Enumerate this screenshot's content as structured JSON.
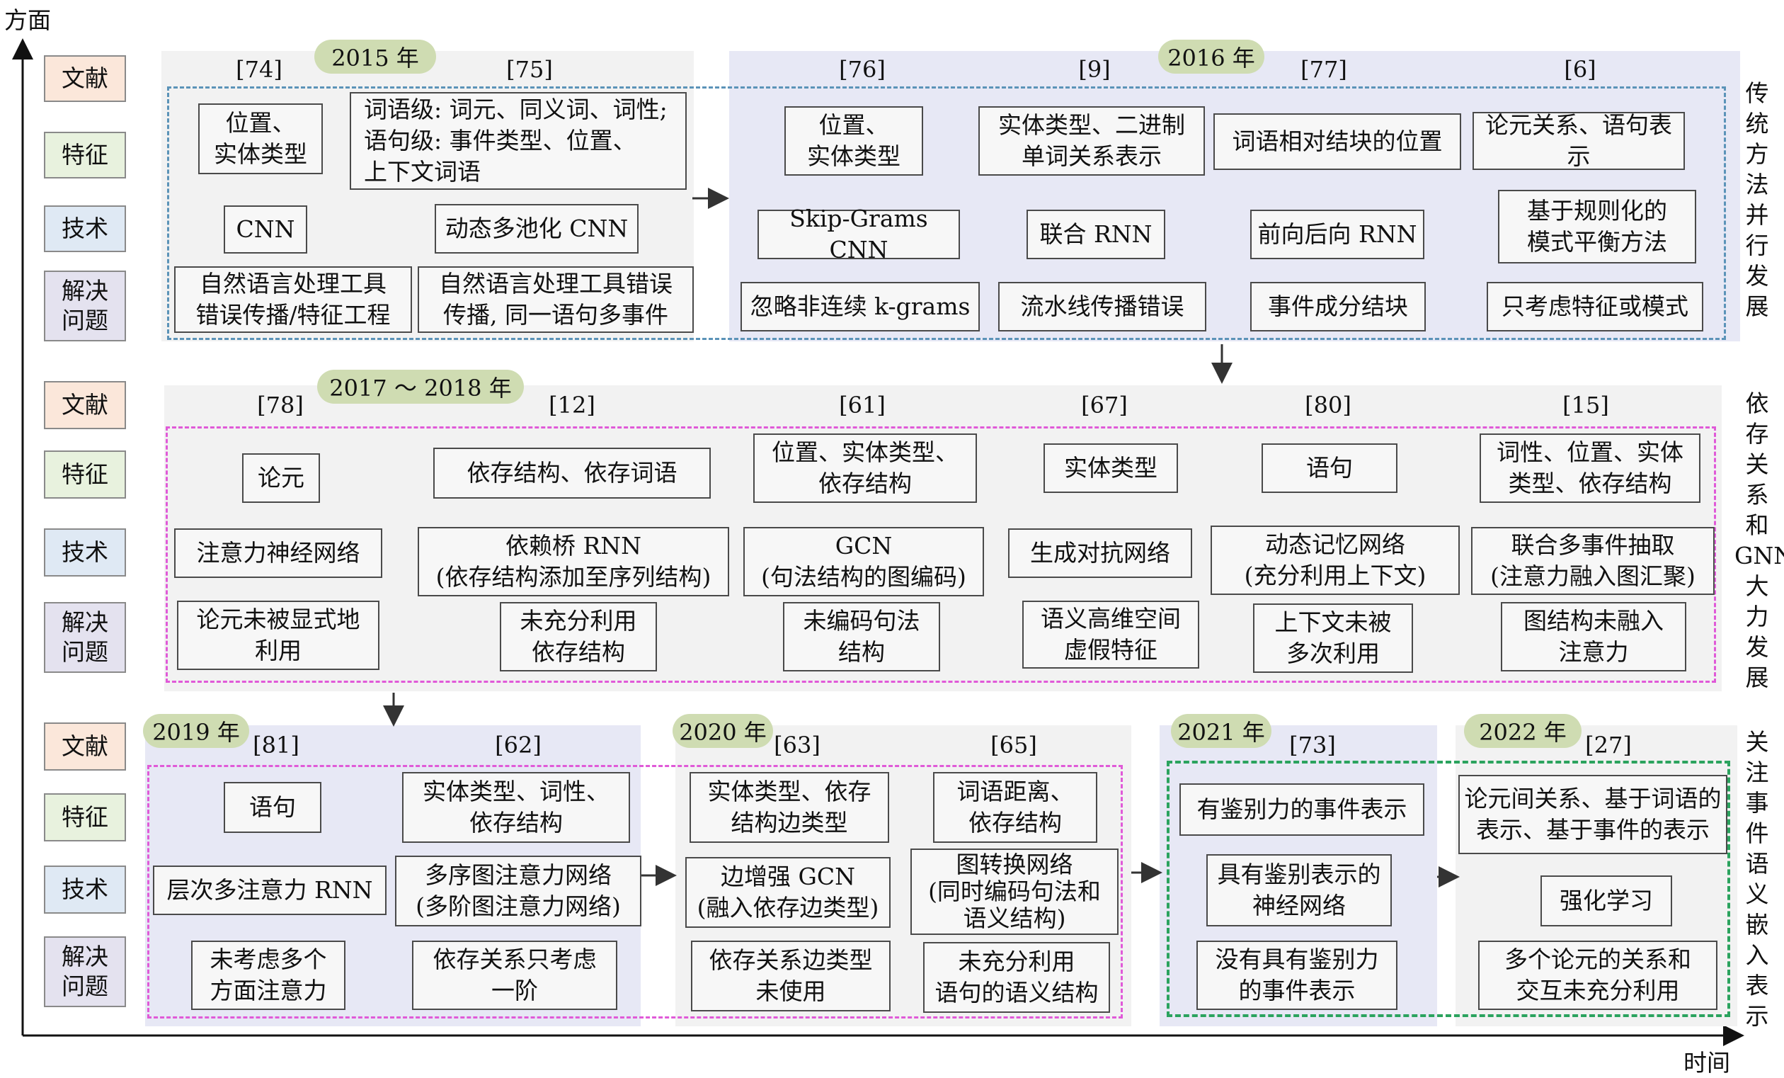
{
  "axes": {
    "y_label": "方面",
    "x_label": "时间"
  },
  "row_labels": {
    "doc": "文献",
    "feat": "特征",
    "tech": "技术",
    "prob": "解决\n问题"
  },
  "side_labels": {
    "s1": "传\n统\n方\n法\n并\n行\n发\n展",
    "s2": "依\n存\n关\n系\n和\nGNN\n大\n力\n发\n展",
    "s3": "关\n注\n事\n件\n语\n义\n嵌\n入\n表\n示"
  },
  "years": {
    "y2015": "2015 年",
    "y2016": "2016 年",
    "y2017": "2017 ～ 2018 年",
    "y2019": "2019 年",
    "y2020": "2020 年",
    "y2021": "2021 年",
    "y2022": "2022 年"
  },
  "refs": {
    "r74": "[74]",
    "r75": "[75]",
    "r76": "[76]",
    "r9": "[9]",
    "r77": "[77]",
    "r6": "[6]",
    "r78": "[78]",
    "r12": "[12]",
    "r61": "[61]",
    "r67": "[67]",
    "r80": "[80]",
    "r15": "[15]",
    "r81": "[81]",
    "r62": "[62]",
    "r63": "[63]",
    "r65": "[65]",
    "r73": "[73]",
    "r27": "[27]"
  },
  "boxes": {
    "b74f": "位置、\n实体类型",
    "b75f": "词语级: 词元、同义词、词性;\n语句级: 事件类型、位置、\n上下文词语",
    "b74t": "CNN",
    "b75t": "动态多池化 CNN",
    "b74p": "自然语言处理工具\n错误传播/特征工程",
    "b75p": "自然语言处理工具错误\n传播, 同一语句多事件",
    "b76f": "位置、\n实体类型",
    "b9f": "实体类型、二进制\n单词关系表示",
    "b77f": "词语相对结块的位置",
    "b6f": "论元关系、语句表示",
    "b76t": "Skip-Grams CNN",
    "b9t": "联合 RNN",
    "b77t": "前向后向 RNN",
    "b6t": "基于规则化的\n模式平衡方法",
    "b76p": "忽略非连续 k-grams",
    "b9p": "流水线传播错误",
    "b77p": "事件成分结块",
    "b6p": "只考虑特征或模式",
    "b78f": "论元",
    "b12f": "依存结构、依存词语",
    "b61f": "位置、实体类型、\n依存结构",
    "b67f": "实体类型",
    "b80f": "语句",
    "b15f": "词性、位置、实体\n类型、依存结构",
    "b78t": "注意力神经网络",
    "b12t": "依赖桥 RNN\n(依存结构添加至序列结构)",
    "b61t": "GCN\n(句法结构的图编码)",
    "b67t": "生成对抗网络",
    "b80t": "动态记忆网络\n(充分利用上下文)",
    "b15t": "联合多事件抽取\n(注意力融入图汇聚)",
    "b78p": "论元未被显式地\n利用",
    "b12p": "未充分利用\n依存结构",
    "b61p": "未编码句法\n结构",
    "b67p": "语义高维空间\n虚假特征",
    "b80p": "上下文未被\n多次利用",
    "b15p": "图结构未融入\n注意力",
    "b81f": "语句",
    "b62f": "实体类型、词性、\n依存结构",
    "b81t": "层次多注意力 RNN",
    "b62t": "多序图注意力网络\n(多阶图注意力网络)",
    "b81p": "未考虑多个\n方面注意力",
    "b62p": "依存关系只考虑\n一阶",
    "b63f": "实体类型、依存\n结构边类型",
    "b65f": "词语距离、\n依存结构",
    "b63t": "边增强 GCN\n(融入依存边类型)",
    "b65t": "图转换网络\n(同时编码句法和\n语义结构)",
    "b63p": "依存关系边类型\n未使用",
    "b65p": "未充分利用\n语句的语义结构",
    "b73f": "有鉴别力的事件表示",
    "b73t": "具有鉴别表示的\n神经网络",
    "b73p": "没有具有鉴别力\n的事件表示",
    "b27f": "论元间关系、基于词语的\n表示、基于事件的表示",
    "b27t": "强化学习",
    "b27p": "多个论元的关系和\n交互未充分利用"
  }
}
